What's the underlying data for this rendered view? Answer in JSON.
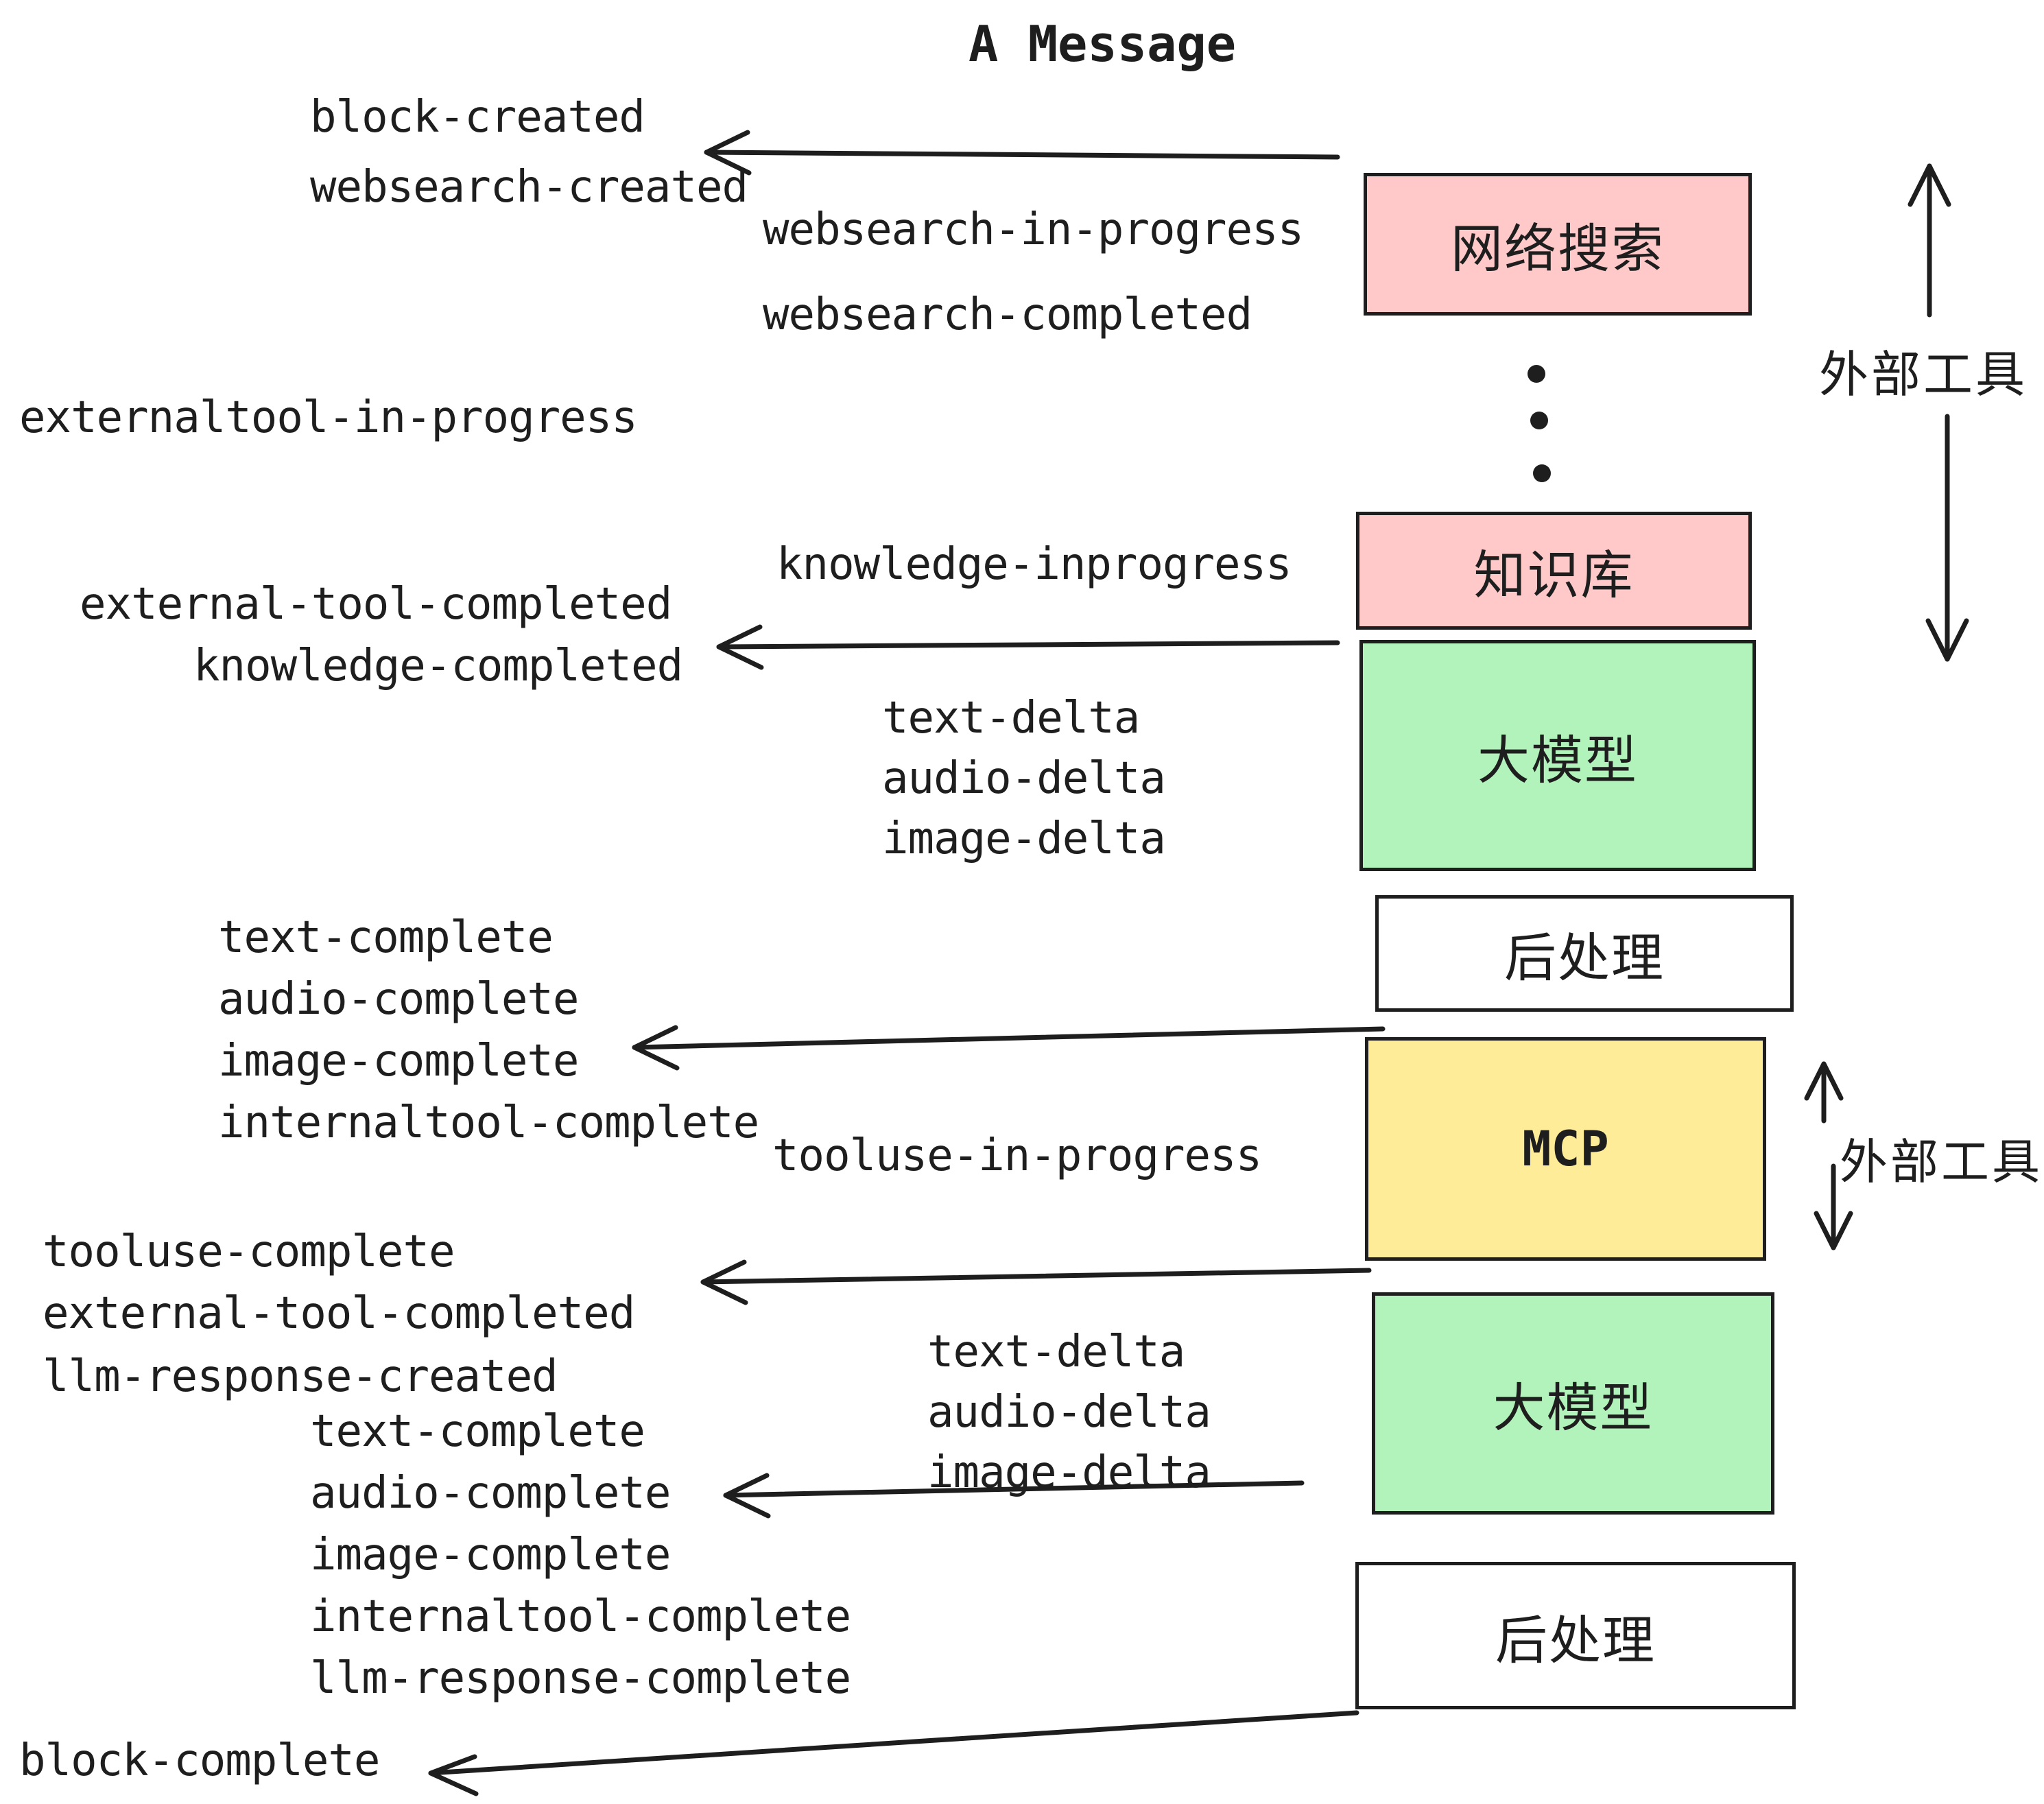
{
  "title": "A Message",
  "boxes": {
    "websearch": "网络搜索",
    "knowledge": "知识库",
    "llm1": "大模型",
    "post1": "后处理",
    "mcp": "MCP",
    "llm2": "大模型",
    "post2": "后处理"
  },
  "events": {
    "block_created": "block-created",
    "websearch_created": "websearch-created",
    "websearch_in_progress": "websearch-in-progress",
    "websearch_completed": "websearch-completed",
    "externaltool_in_progress": "externaltool-in-progress",
    "knowledge_inprogress": "knowledge-inprogress",
    "external_tool_completed": "external-tool-completed",
    "knowledge_completed": "knowledge-completed",
    "text_delta": "text-delta",
    "audio_delta": "audio-delta",
    "image_delta": "image-delta",
    "text_complete": "text-complete",
    "audio_complete": "audio-complete",
    "image_complete": "image-complete",
    "internaltool_complete": "internaltool-complete",
    "tooluse_in_progress": "tooluse-in-progress",
    "tooluse_complete": "tooluse-complete",
    "external_tool_completed_2": "external-tool-completed",
    "llm_response_created": "llm-response-created",
    "text_complete_2": "text-complete",
    "audio_complete_2": "audio-complete",
    "image_complete_2": "image-complete",
    "internaltool_complete_2": "internaltool-complete",
    "llm_response_complete": "llm-response-complete",
    "block_complete": "block-complete",
    "text_delta_2": "text-delta",
    "audio_delta_2": "audio-delta",
    "image_delta_2": "image-delta"
  },
  "annotations": {
    "external_tools_top": "外部工具",
    "external_tools_mcp": "外部工具"
  },
  "colors": {
    "ink": "#1e1e1e",
    "pink": "#ffc9c9",
    "green": "#b2f2bb",
    "yellow": "#ffec99",
    "paper": "#ffffff"
  }
}
